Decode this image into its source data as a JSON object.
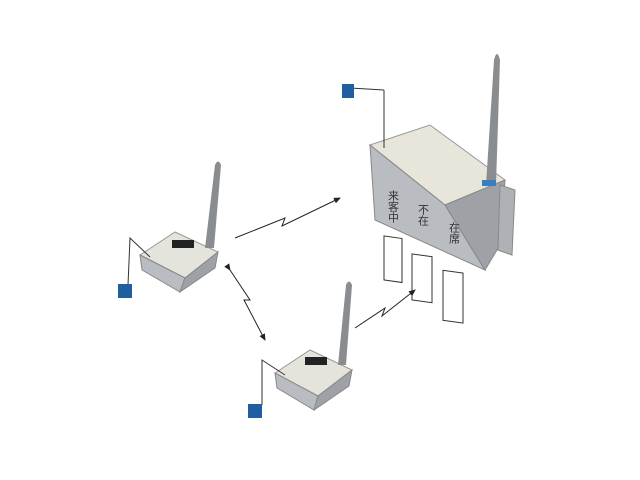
{
  "display_unit": {
    "panel_labels": [
      "来客中",
      "不在",
      "在席"
    ]
  },
  "colors": {
    "housing": "#b9bcc0",
    "antenna": "#8a8d90",
    "sensor": "#1f5fa0",
    "arrow": "#222222"
  }
}
